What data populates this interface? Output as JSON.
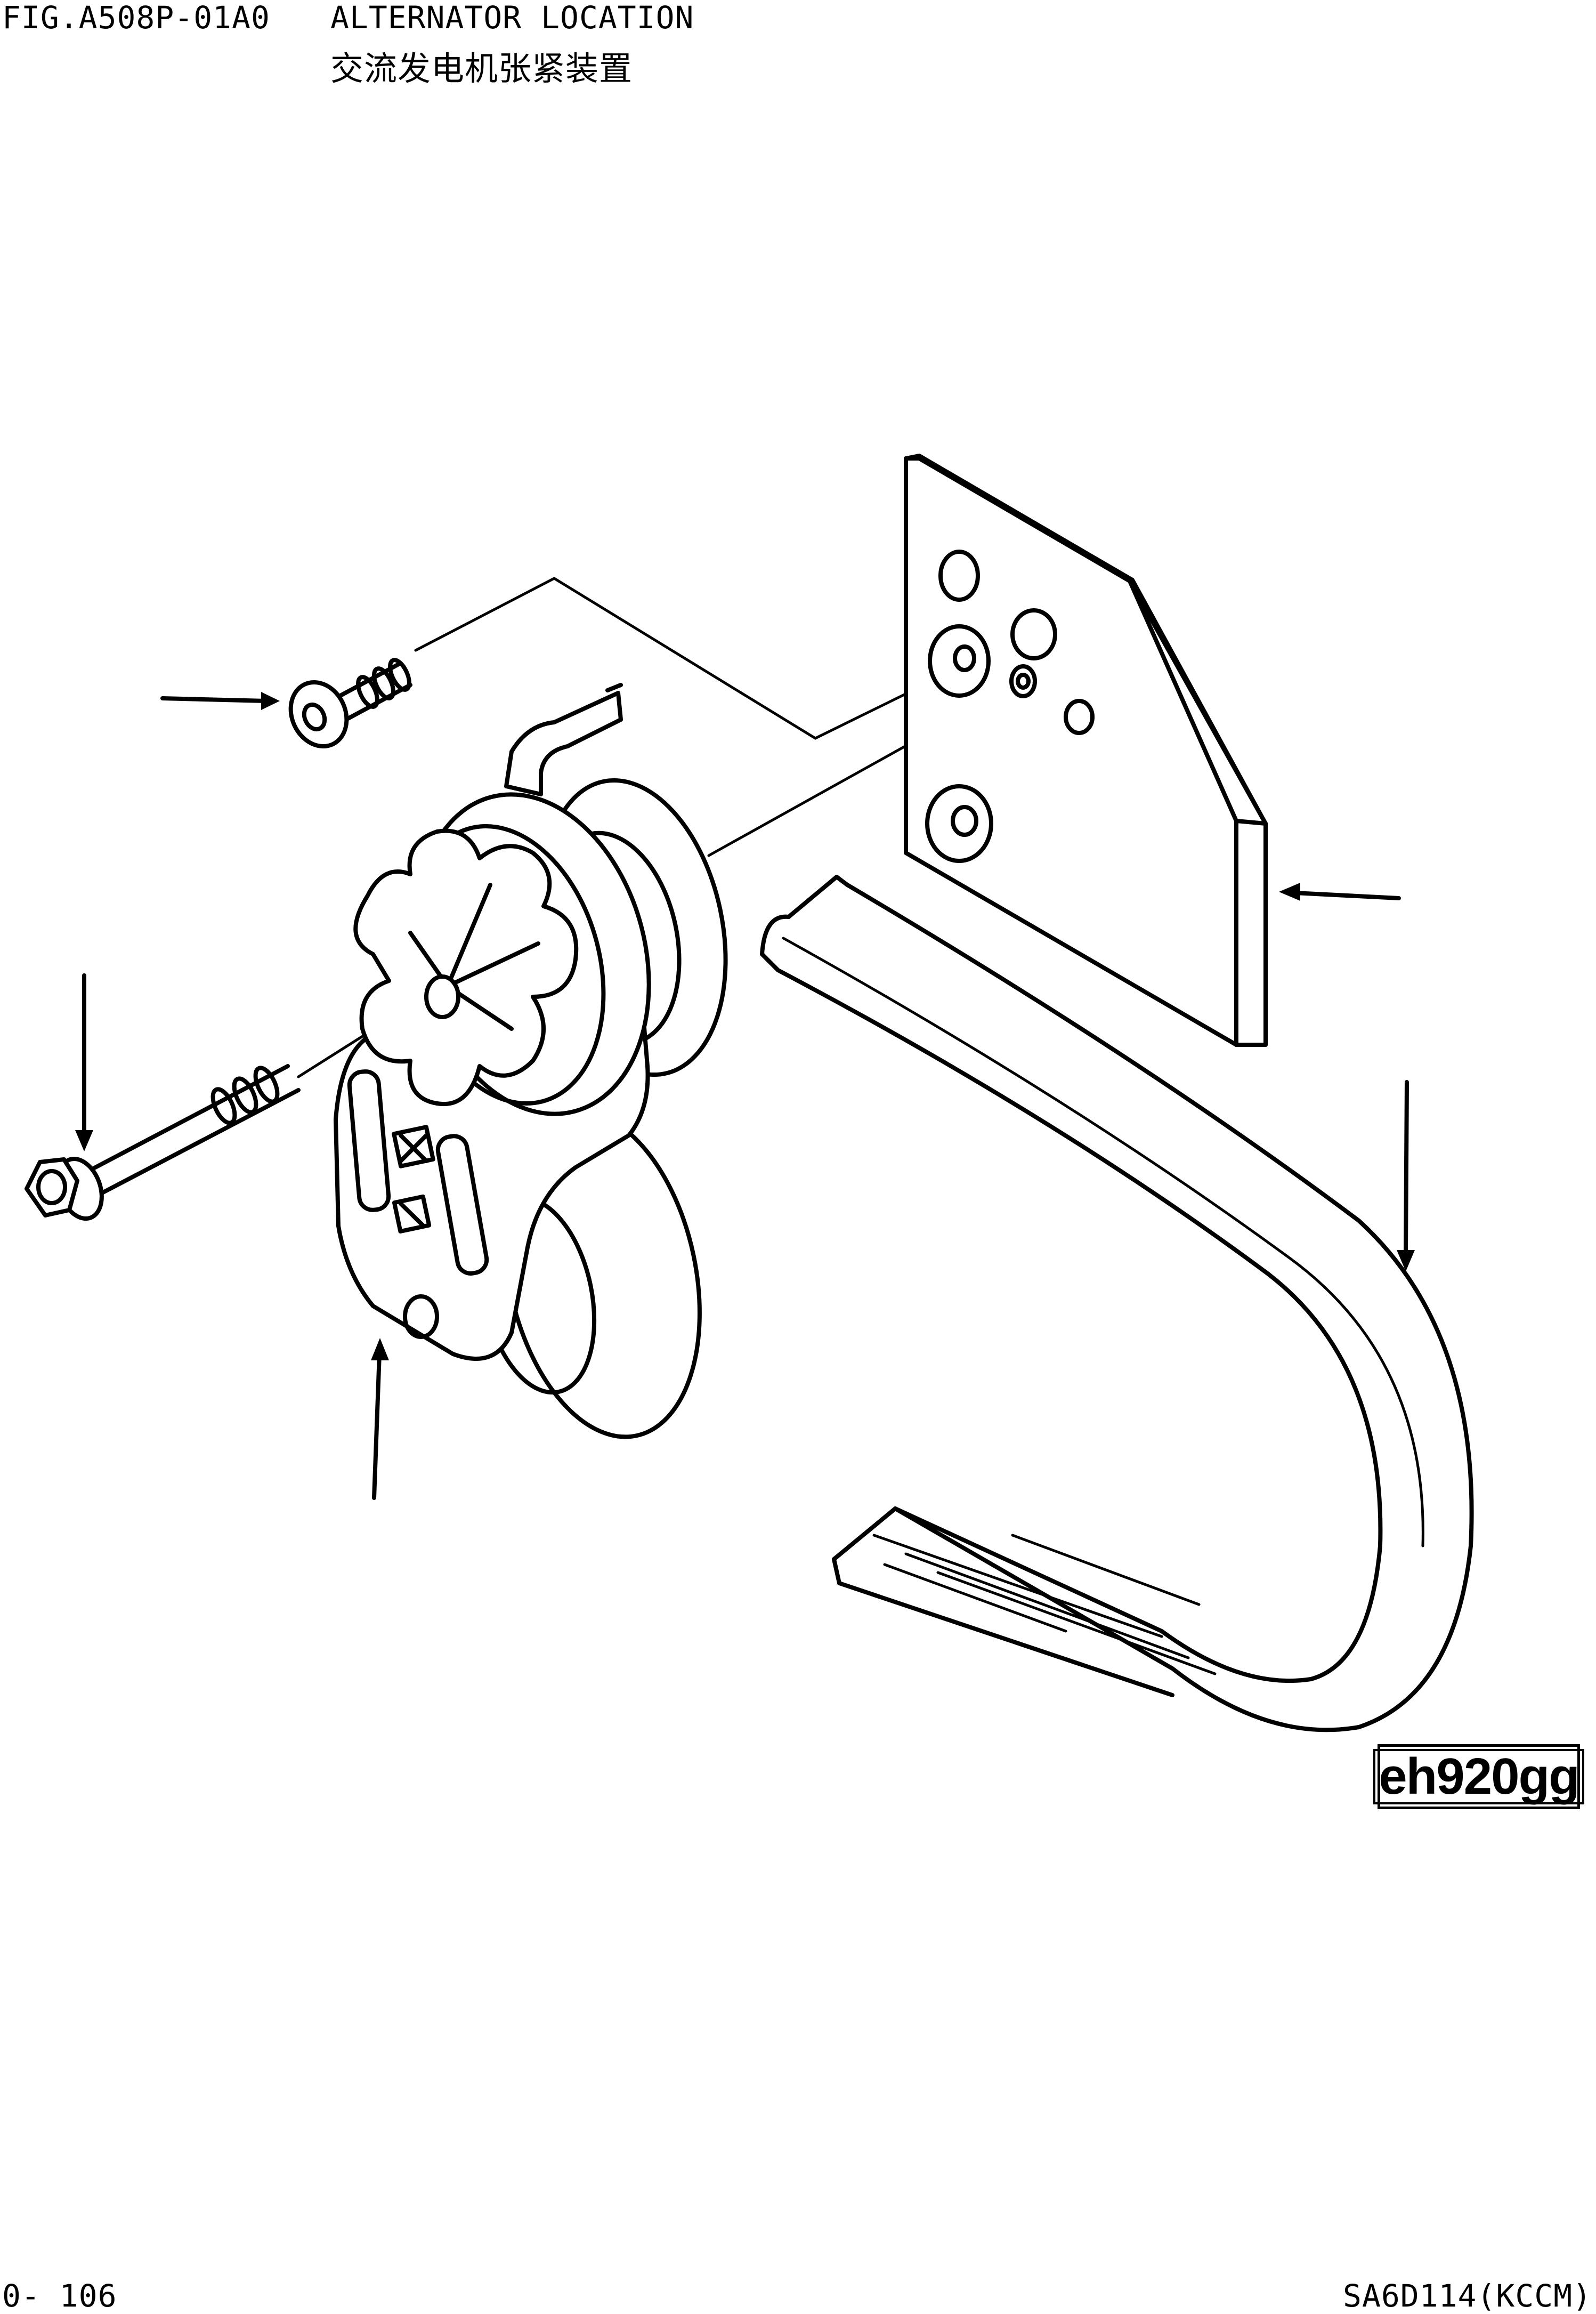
{
  "header": {
    "fig_code": "FIG.A508P-01A0",
    "title_en": "ALTERNATOR LOCATION",
    "title_cn": "交流发电机张紧装置"
  },
  "footer": {
    "page_number": "0- 106",
    "model": "SA6D114(KCCM)"
  },
  "figure": {
    "reference_code": "eh920gg",
    "parts": [
      "bracket-plate",
      "tensioner-assembly",
      "drive-belt",
      "flat-head-screw",
      "hex-bolt"
    ]
  }
}
